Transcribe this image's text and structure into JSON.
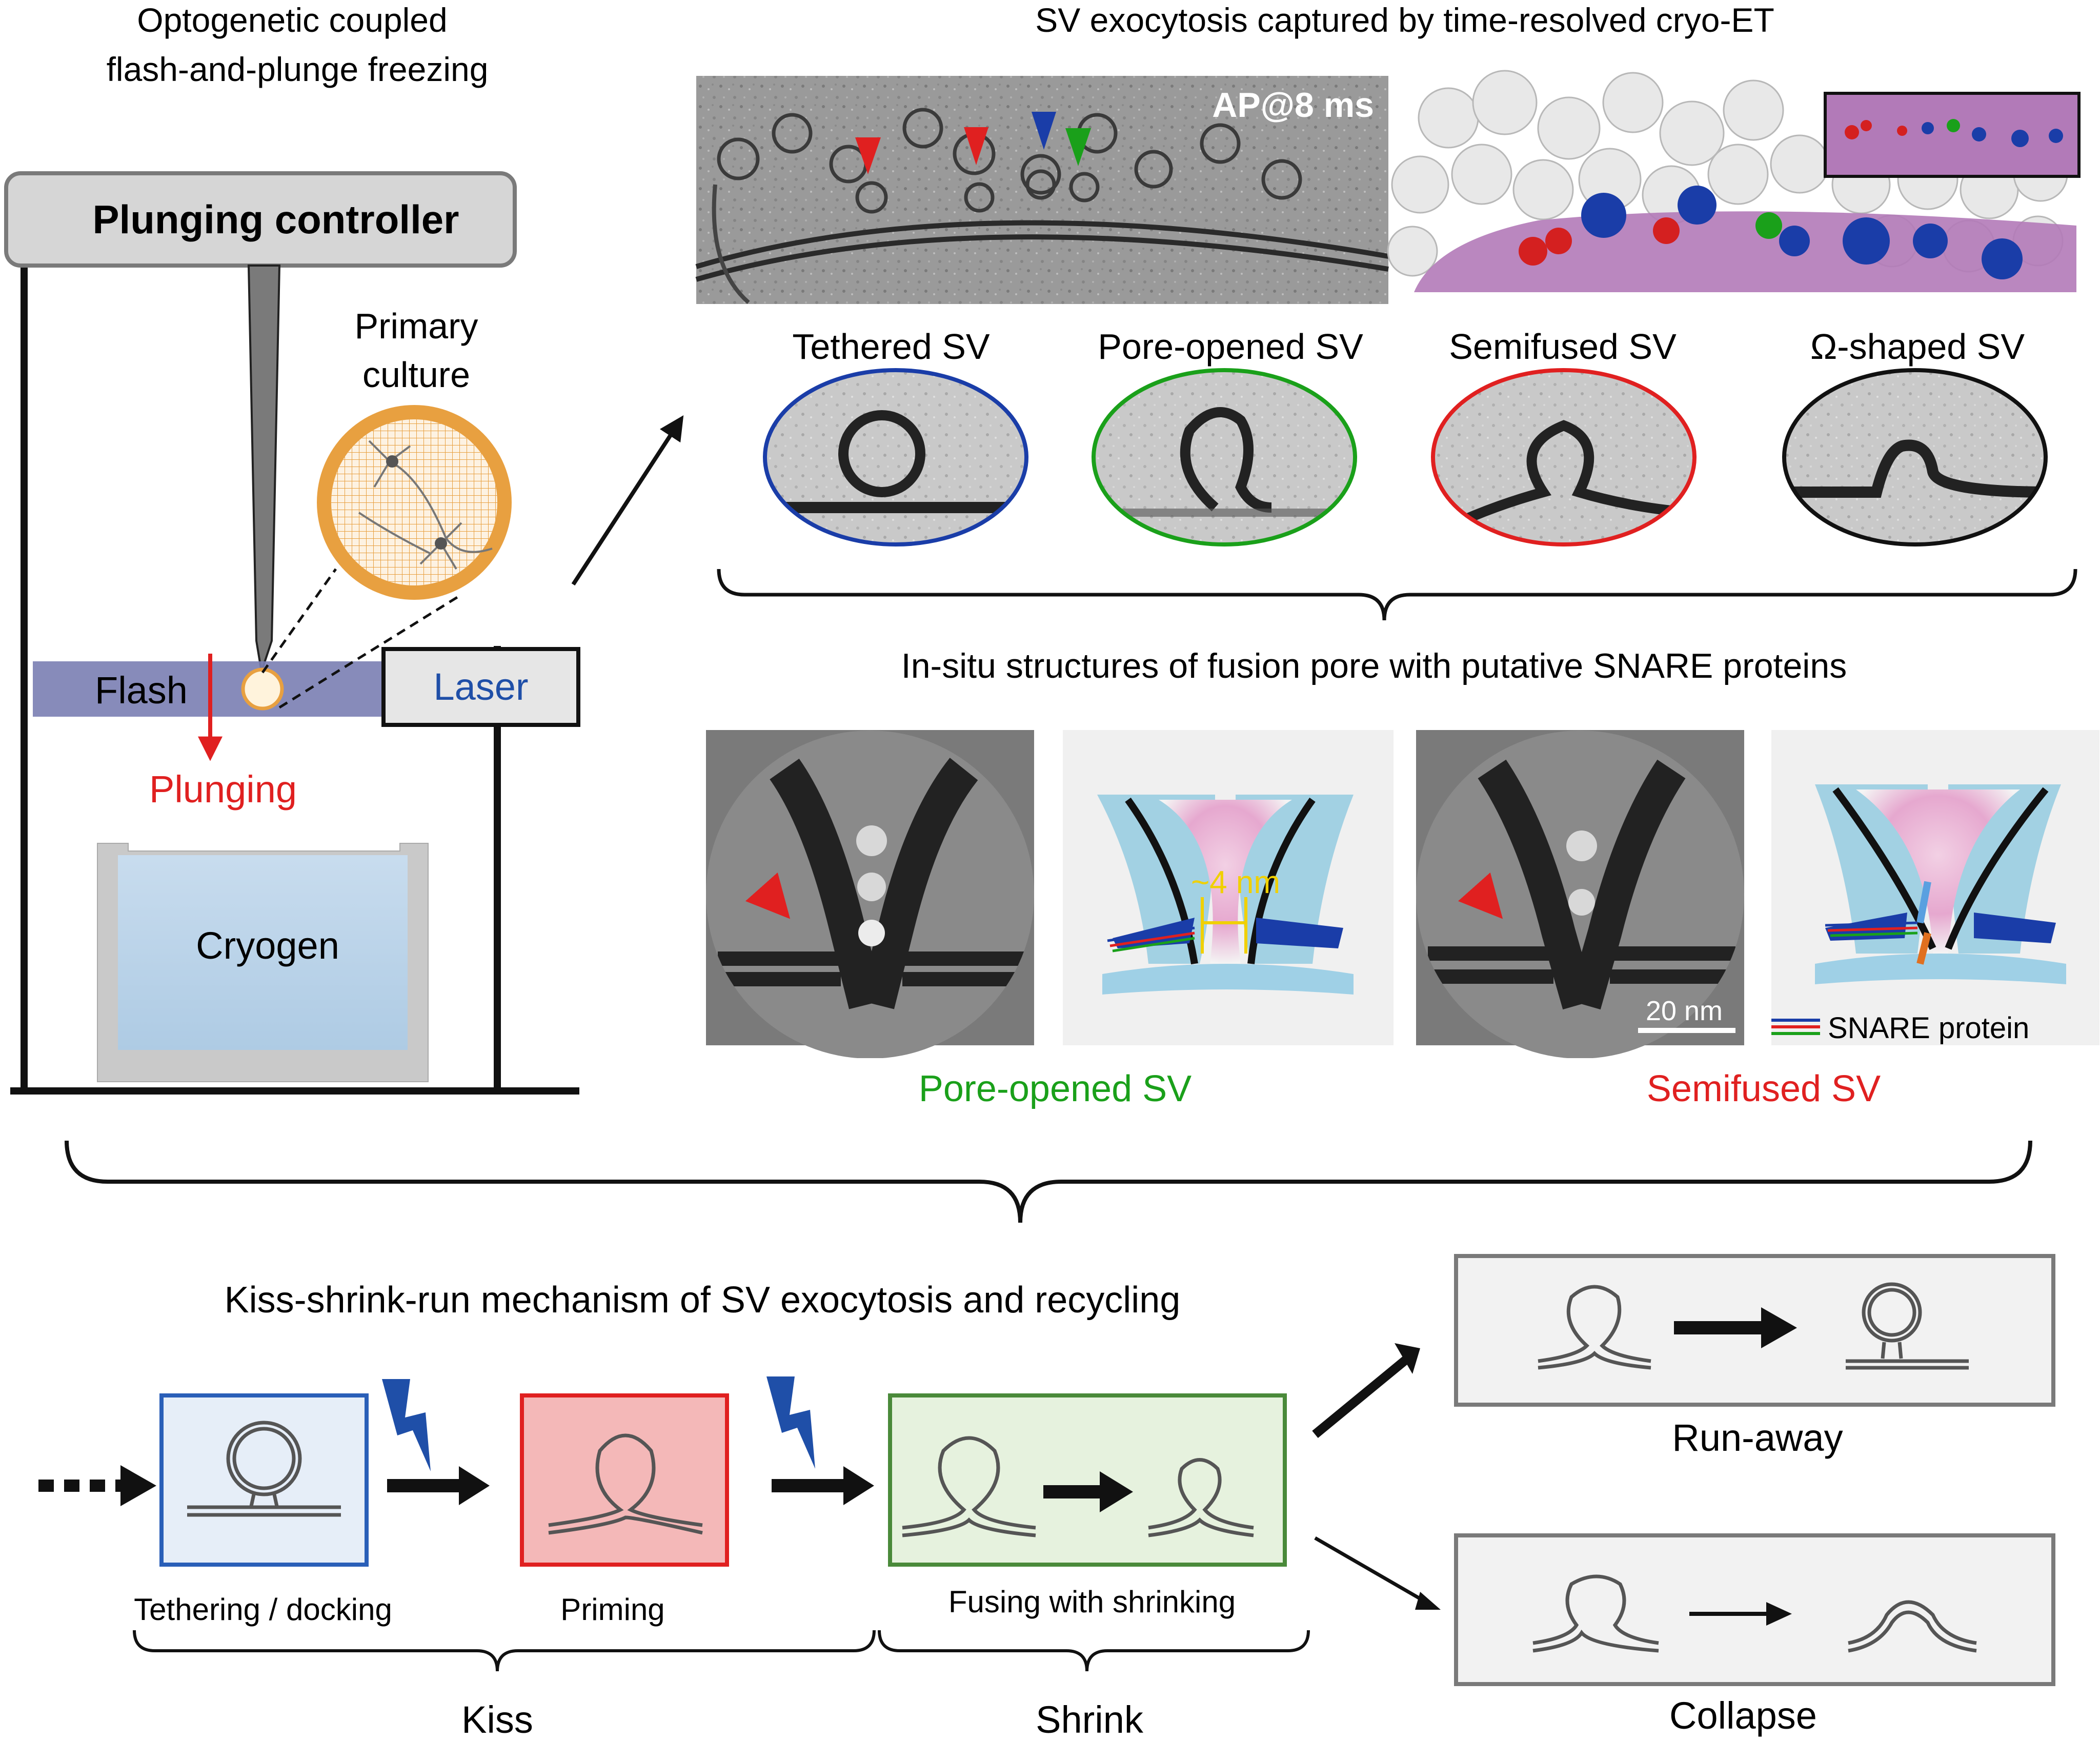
{
  "colors": {
    "red": "#e02020",
    "green": "#1aa01a",
    "blue": "#1a3da8",
    "laser_blue": "#1f4fa8",
    "flash_band": "#7a7eb2",
    "cryogen": "#b9d3e8",
    "membrane_purple": "#b27ab8",
    "culture_orange": "#e8a040",
    "tether_box": "#e6eef8",
    "priming_box": "#f4b8b8",
    "fusing_box": "#e6f2de"
  },
  "left_panel": {
    "title_line1": "Optogenetic coupled",
    "title_line2": "flash-and-plunge freezing",
    "controller_label": "Plunging controller",
    "culture_line1": "Primary",
    "culture_line2": "culture",
    "flash_label": "Flash",
    "laser_label": "Laser",
    "plunging_label": "Plunging",
    "cryogen_label": "Cryogen"
  },
  "top_right": {
    "title": "SV exocytosis captured by time-resolved cryo-ET",
    "tomogram_label": "AP@8 ms",
    "states": [
      {
        "label": "Tethered SV",
        "color": "#1a3da8"
      },
      {
        "label": "Pore-opened SV",
        "color": "#1aa01a"
      },
      {
        "label": "Semifused SV",
        "color": "#e02020"
      },
      {
        "label": "Ω-shaped SV",
        "color": "#1a1a1a"
      }
    ]
  },
  "middle": {
    "title": "In-situ structures of fusion pore with putative SNARE proteins",
    "pore_width": "~4 nm",
    "scale_bar": "20 nm",
    "legend_label": "SNARE protein",
    "caption_left": "Pore-opened SV",
    "caption_right": "Semifused SV"
  },
  "bottom": {
    "title": "Kiss-shrink-run mechanism of SV exocytosis and recycling",
    "steps": {
      "tethering": "Tethering / docking",
      "priming": "Priming",
      "fusing": "Fusing with shrinking"
    },
    "phases": {
      "kiss": "Kiss",
      "shrink": "Shrink"
    },
    "outcomes": {
      "run_away": "Run-away",
      "collapse": "Collapse"
    }
  }
}
